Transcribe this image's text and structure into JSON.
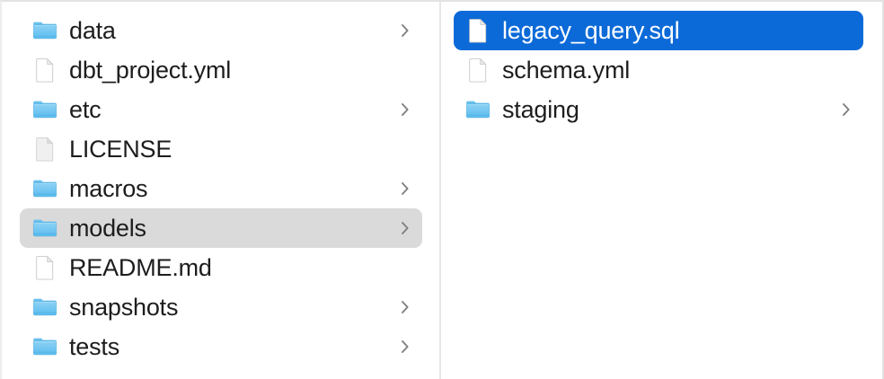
{
  "window": {
    "view_mode": "column",
    "accent_selection_color": "#0b6ad8",
    "inactive_selection_color": "#dadada",
    "background_color": "#ffffff",
    "divider_color": "#e6e6e6",
    "text_color": "#1d1d1f",
    "selected_text_color": "#ffffff",
    "chevron_color": "#808080"
  },
  "columns": [
    {
      "name": "parent-column",
      "items": [
        {
          "label": "data",
          "kind": "folder",
          "icon": "folder-icon",
          "has_children": true,
          "selected": false,
          "selection_style": "none"
        },
        {
          "label": "dbt_project.yml",
          "kind": "file",
          "icon": "document-icon",
          "has_children": false,
          "selected": false,
          "selection_style": "none"
        },
        {
          "label": "etc",
          "kind": "folder",
          "icon": "folder-icon",
          "has_children": true,
          "selected": false,
          "selection_style": "none"
        },
        {
          "label": "LICENSE",
          "kind": "file-generic",
          "icon": "generic-document-icon",
          "has_children": false,
          "selected": false,
          "selection_style": "none"
        },
        {
          "label": "macros",
          "kind": "folder",
          "icon": "folder-icon",
          "has_children": true,
          "selected": false,
          "selection_style": "none"
        },
        {
          "label": "models",
          "kind": "folder",
          "icon": "folder-icon",
          "has_children": true,
          "selected": true,
          "selection_style": "gray"
        },
        {
          "label": "README.md",
          "kind": "file",
          "icon": "document-icon",
          "has_children": false,
          "selected": false,
          "selection_style": "none"
        },
        {
          "label": "snapshots",
          "kind": "folder",
          "icon": "folder-icon",
          "has_children": true,
          "selected": false,
          "selection_style": "none"
        },
        {
          "label": "tests",
          "kind": "folder",
          "icon": "folder-icon",
          "has_children": true,
          "selected": false,
          "selection_style": "none"
        }
      ]
    },
    {
      "name": "child-column",
      "items": [
        {
          "label": "legacy_query.sql",
          "kind": "file",
          "icon": "document-icon",
          "has_children": false,
          "selected": true,
          "selection_style": "blue"
        },
        {
          "label": "schema.yml",
          "kind": "file",
          "icon": "document-icon",
          "has_children": false,
          "selected": false,
          "selection_style": "none"
        },
        {
          "label": "staging",
          "kind": "folder",
          "icon": "folder-icon",
          "has_children": true,
          "selected": false,
          "selection_style": "none"
        }
      ]
    }
  ]
}
